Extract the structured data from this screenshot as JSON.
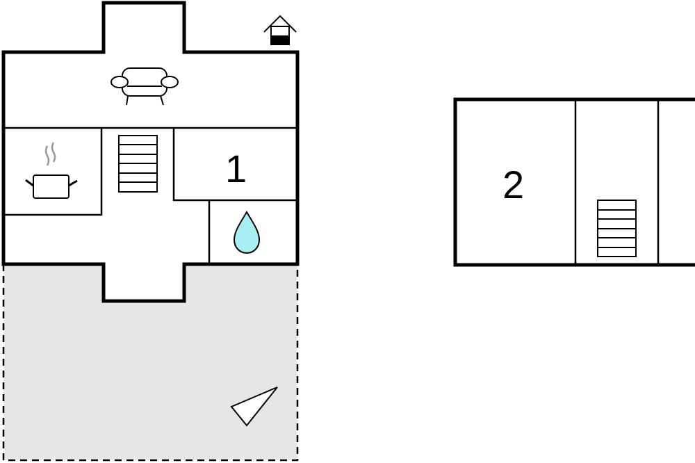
{
  "floor_plan": {
    "ground_floor": {
      "rooms": [
        {
          "type": "living-room",
          "icon": "sofa-icon"
        },
        {
          "type": "kitchen",
          "icon": "cooking-pot-icon"
        },
        {
          "type": "staircase",
          "icon": "stairs-icon"
        },
        {
          "type": "bedroom",
          "label": "1"
        },
        {
          "type": "bathroom",
          "icon": "water-drop-icon"
        },
        {
          "type": "terrace",
          "icon": "terrace-triangle-icon"
        }
      ],
      "entrance_icon": "house-entrance-icon"
    },
    "upper_floor": {
      "rooms": [
        {
          "type": "bedroom",
          "label": "2"
        },
        {
          "type": "staircase",
          "icon": "stairs-icon"
        }
      ]
    },
    "colors": {
      "wall": "#000000",
      "terrace": "#e6e6e6",
      "water": "#a8eef2"
    }
  }
}
